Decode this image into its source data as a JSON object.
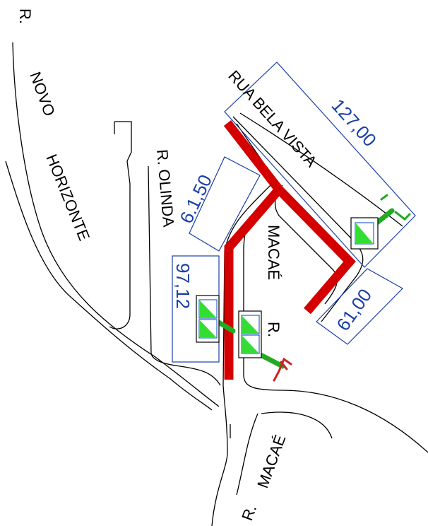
{
  "streets": {
    "r_novo": "R.",
    "novo": "NOVO",
    "horizonte": "HORIZONTE",
    "r_olinda": "R. OLINDA",
    "rua_bela_vista": "RUA BELA VISTA",
    "macae_top": "MACAÉ",
    "r_macae_top": "R.",
    "macae_bottom": "MACAÉ",
    "r_macae_bottom": "R."
  },
  "dimensions": {
    "d127": "127,00",
    "d61_50": "6.1,50",
    "d97_12": "97,12",
    "d61_00": "61,00"
  },
  "colors": {
    "pipe": "#d40000",
    "service": "#22aa22",
    "dimension": "#1a3fa8",
    "road": "#000000",
    "fitting_red": "#cc2222"
  }
}
